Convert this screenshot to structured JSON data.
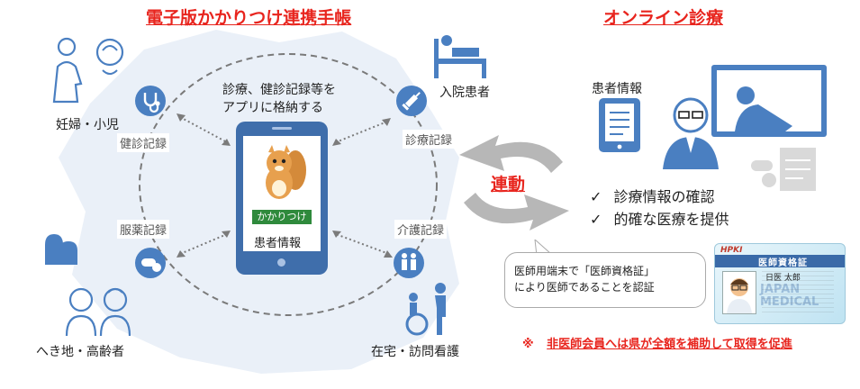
{
  "left_title": "電子版かかりつけ連携手帳",
  "right_title": "オンライン診療",
  "center_note": [
    "診療、健診記録等を",
    "アプリに格納する"
  ],
  "app": {
    "screen_label": "かかりつけ",
    "info_label": "患者情報"
  },
  "groups": {
    "pregnant": "妊婦・小児",
    "inpatient": "入院患者",
    "remote": "へき地・高齢者",
    "homecare": "在宅・訪問看護"
  },
  "records": {
    "checkup": "健診記録",
    "treatment": "診療記録",
    "medication": "服薬記録",
    "nursing": "介護記録"
  },
  "link_label": "連動",
  "online": {
    "patient_info": "患者情報",
    "checks": [
      "診療情報の確認",
      "的確な医療を提供"
    ],
    "check_mark": "✓"
  },
  "bubble": [
    "医師用端末で「医師資格証」",
    "により医師であることを認証"
  ],
  "card": {
    "logo": "HPKI",
    "title": "医師資格証",
    "name": "日医 太郎",
    "watermark": "JAPAN MEDICAL"
  },
  "footnote": {
    "mark": "※",
    "text": "非医師会員へは県が全額を補助して取得を促進"
  },
  "colors": {
    "accent_red": "#e8251e",
    "icon_blue": "#4a7fc1",
    "phone_blue": "#3f6eab"
  }
}
